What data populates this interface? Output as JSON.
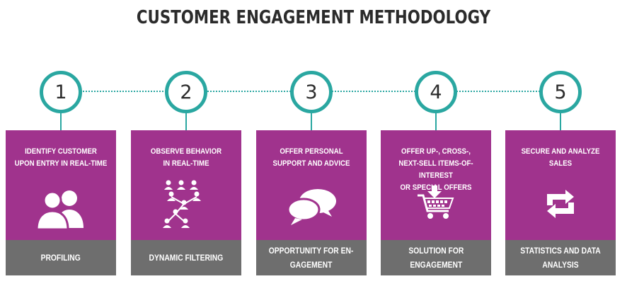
{
  "title": "CUSTOMER ENGAGEMENT METHODOLOGY",
  "colors": {
    "teal": "#2aa7a1",
    "purple": "#a0338d",
    "gray": "#6e6e6e"
  },
  "steps": [
    {
      "number": "1",
      "text": "IDENTIFY CUSTOMER\nUPON ENTRY IN REAL-TIME",
      "footer": "PROFILING",
      "icon": "users-icon"
    },
    {
      "number": "2",
      "text": "OBSERVE BEHAVIOR\nIN REAL-TIME",
      "footer": "DYNAMIC FILTERING",
      "icon": "network-icon"
    },
    {
      "number": "3",
      "text": "OFFER PERSONAL\nSUPPORT AND ADVICE",
      "footer": "OPPORTUNITY FOR EN-\nGAGEMENT",
      "icon": "chat-bubbles-icon"
    },
    {
      "number": "4",
      "text": "OFFER UP-, CROSS-,\nNEXT-SELL ITEMS-OF-INTEREST\nOR SPECIAL OFFERS",
      "footer": "SOLUTION FOR\nENGAGEMENT",
      "icon": "shopping-cart-icon"
    },
    {
      "number": "5",
      "text": "SECURE AND ANALYZE SALES",
      "footer": "STATISTICS AND DATA\nANALYSIS",
      "icon": "repeat-arrows-icon"
    }
  ]
}
